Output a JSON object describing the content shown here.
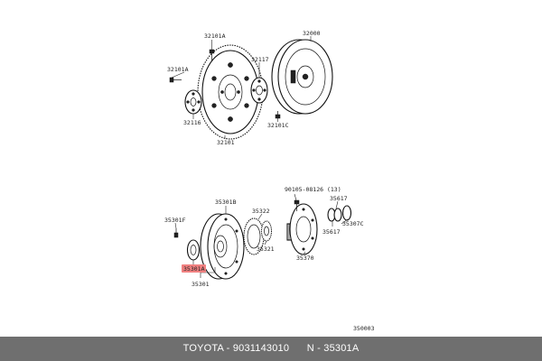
{
  "labels": {
    "p32101A_top": "32101A",
    "p32000": "32000",
    "p32101A_left": "32101A",
    "p32117": "32117",
    "p32101C": "32101C",
    "p32116": "32116",
    "p32101": "32101",
    "p90105": "90105-08126 (13)",
    "p35617_top": "35617",
    "p35301B": "35301B",
    "p35322": "35322",
    "p35307C": "35307C",
    "p35301F": "35301F",
    "p35617_bottom": "35617",
    "p35321": "35321",
    "p35370": "35370",
    "p35301A": "35301A",
    "p35301": "35301",
    "code": "350003"
  },
  "highlight_color": "#f08080",
  "footer": {
    "brand": "TOYOTA",
    "part_number": "9031143010",
    "ref": "N - 35301A"
  }
}
